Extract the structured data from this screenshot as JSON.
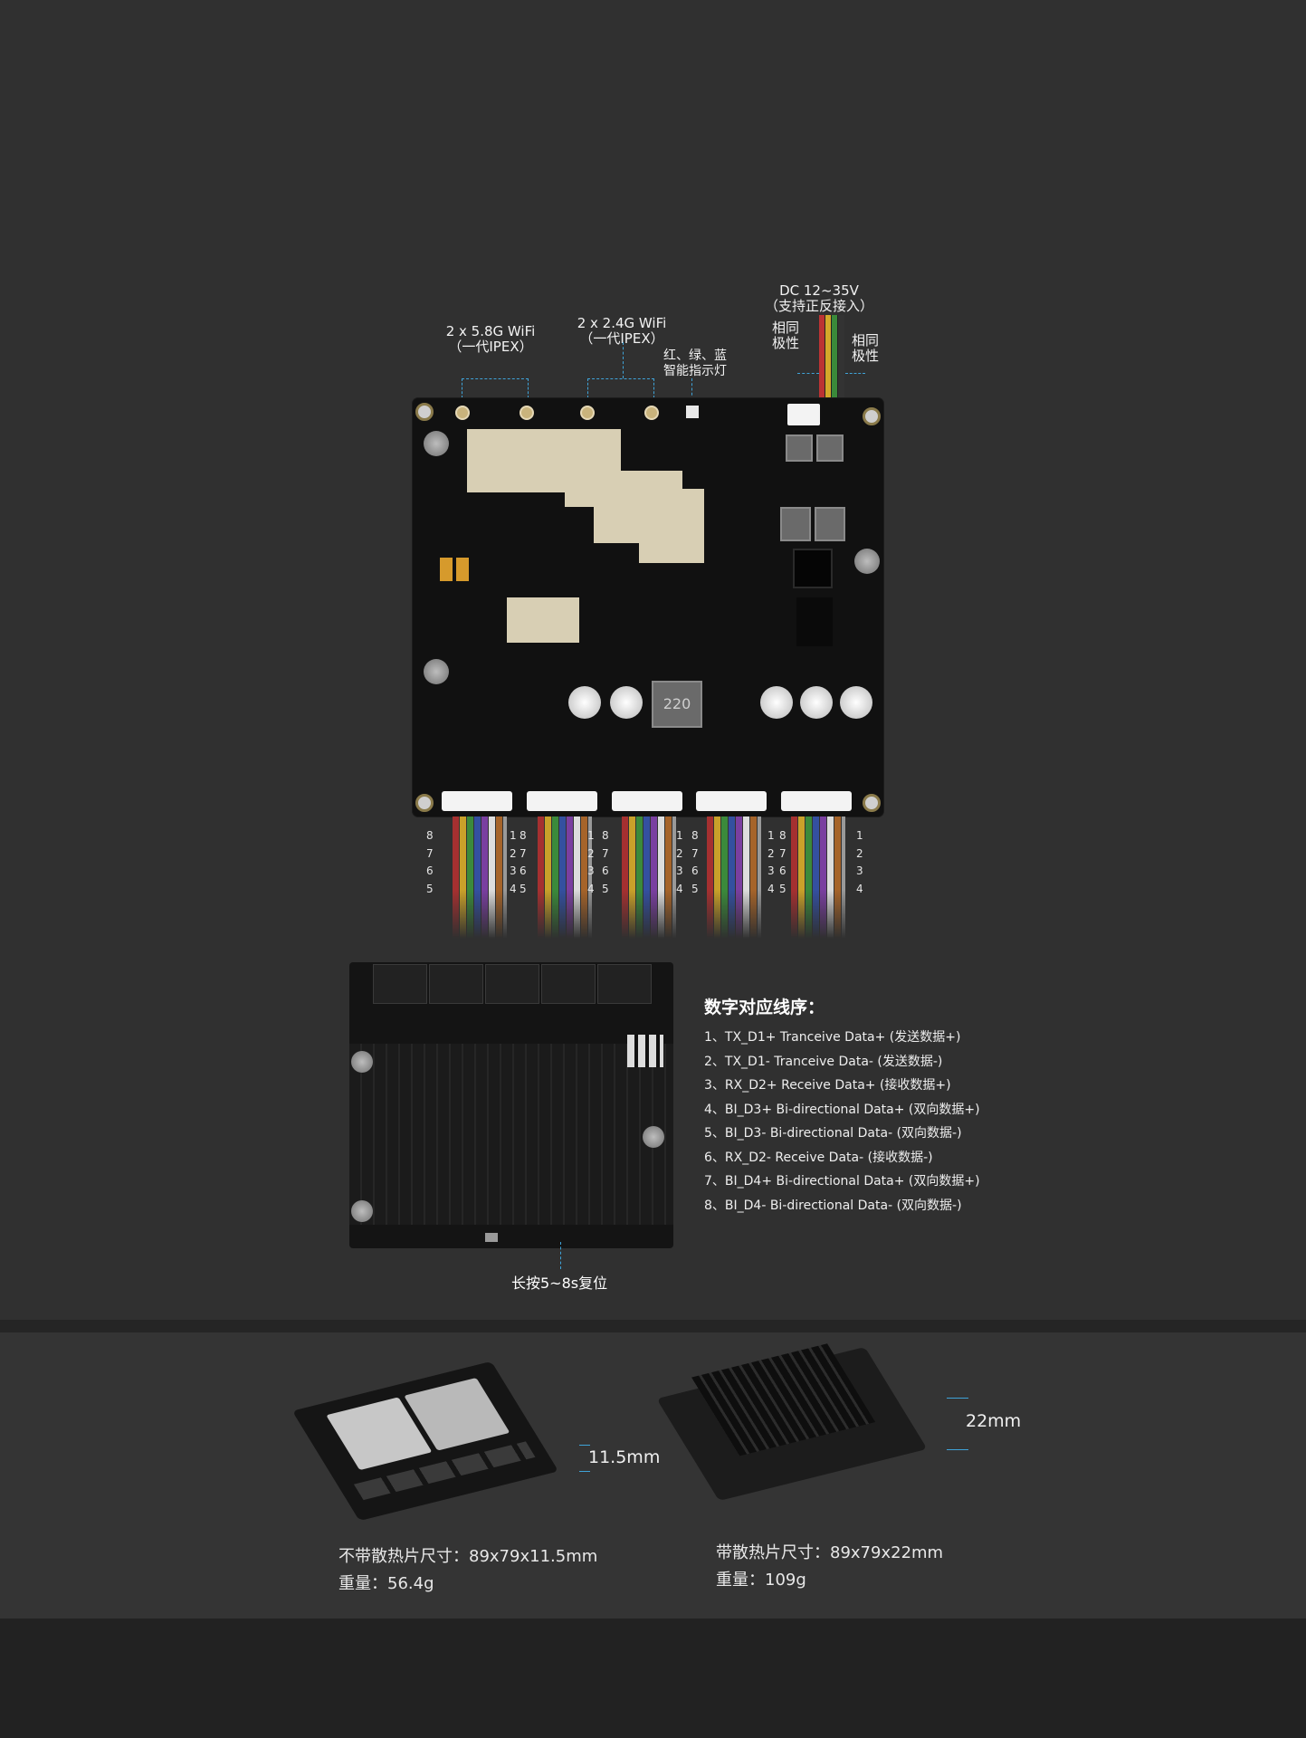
{
  "top_board": {
    "wifi58_line1": "2 x 5.8G WiFi",
    "wifi58_line2": "（一代IPEX）",
    "wifi24_line1": "2 x 2.4G WiFi",
    "wifi24_line2": "（一代IPEX）",
    "led_line1": "红、绿、蓝",
    "led_line2": "智能指示灯",
    "dc_line1": "DC 12~35V",
    "dc_line2": "（支持正反接入）",
    "polarity_left_1": "相同",
    "polarity_left_2": "极性",
    "polarity_right_1": "相同",
    "polarity_right_2": "极性",
    "coil_label": "220"
  },
  "port_pins": {
    "left": [
      "8",
      "7",
      "6",
      "5"
    ],
    "right": [
      "1",
      "2",
      "3",
      "4"
    ]
  },
  "pinout": {
    "title": "数字对应线序：",
    "items": [
      "1、TX_D1+  Tranceive Data+ (发送数据+)",
      "2、TX_D1-   Tranceive Data-  (发送数据-)",
      "3、RX_D2+  Receive Data+     (接收数据+)",
      "4、BI_D3+   Bi-directional Data+ (双向数据+)",
      "5、BI_D3-    Bi-directional Data-  (双向数据-)",
      "6、RX_D2-    Receive Data-       (接收数据-)",
      "7、BI_D4+   Bi-directional Data+ (双向数据+)",
      "8、BI_D4-    Bi-directional Data-  (双向数据-)"
    ]
  },
  "reset_label": "长按5~8s复位",
  "dimensions": {
    "left_height": "11.5mm",
    "right_height": "22mm"
  },
  "specs": {
    "no_heatsink_size": "不带散热片尺寸：89x79x11.5mm",
    "no_heatsink_weight": "重量：56.4g",
    "with_heatsink_size": "带散热片尺寸：89x79x22mm",
    "with_heatsink_weight": "重量：109g"
  },
  "colors": {
    "background": "#303030",
    "accent_dimension": "#3fa3d8"
  }
}
